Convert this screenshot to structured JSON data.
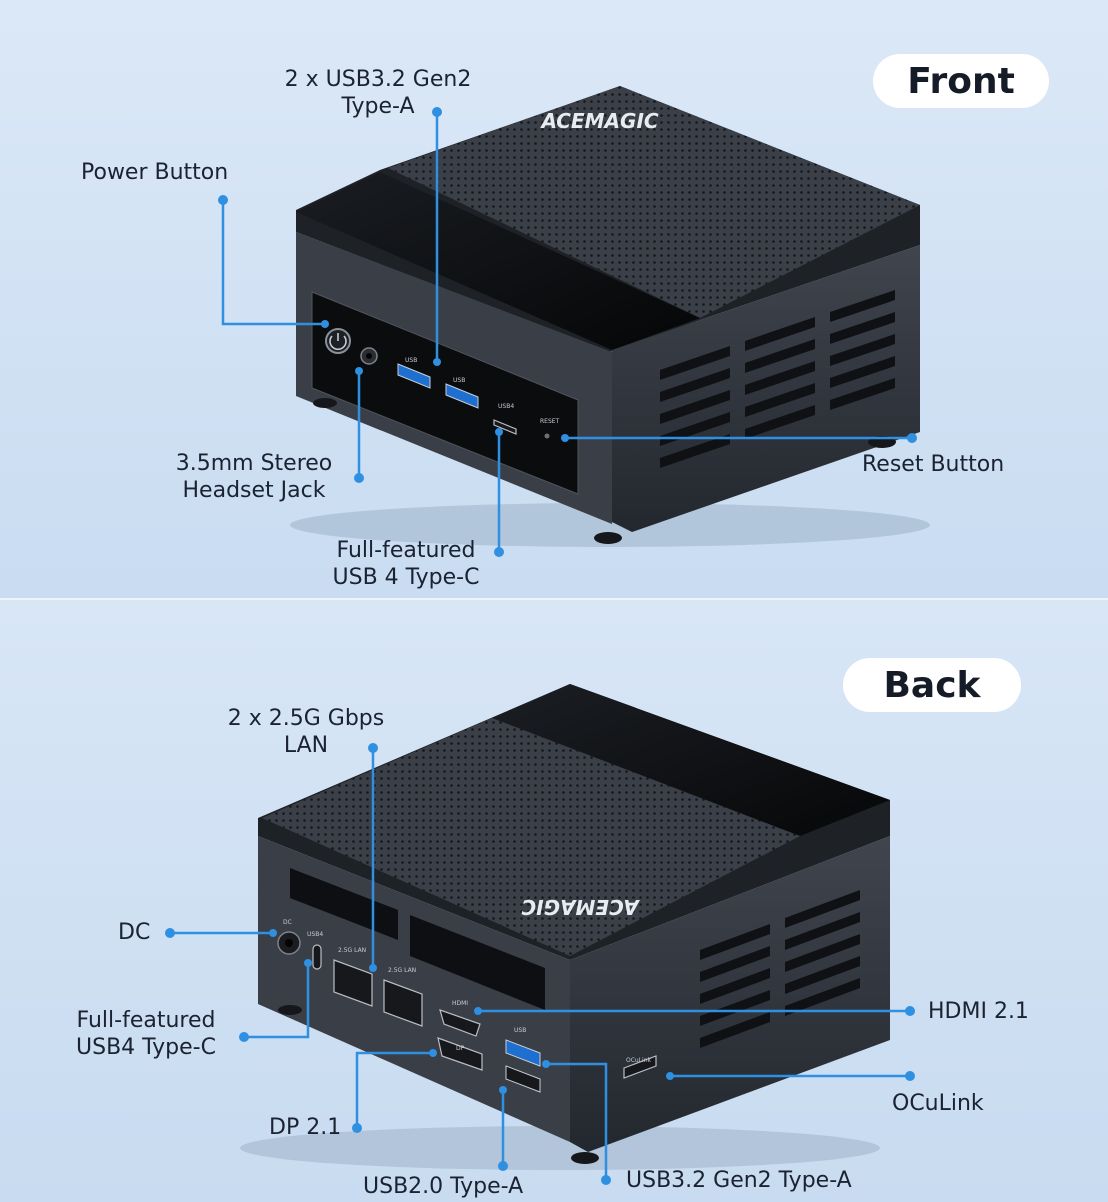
{
  "front": {
    "badge": "Front",
    "brand": "ACEMAGIC",
    "labels": {
      "usb32_line1": "2 x USB3.2 Gen2",
      "usb32_line2": "Type-A",
      "power": "Power Button",
      "jack_line1": "3.5mm Stereo",
      "jack_line2": "Headset Jack",
      "reset": "Reset Button",
      "usb4_line1": "Full-featured",
      "usb4_line2": "USB 4 Type-C"
    },
    "port_marks": {
      "usb_a": "USB",
      "usb_b": "USB",
      "usb4": "USB4",
      "reset": "RESET"
    }
  },
  "back": {
    "badge": "Back",
    "brand": "ACEMAGIC",
    "labels": {
      "lan_line1": "2 x 2.5G Gbps",
      "lan_line2": "LAN",
      "dc": "DC",
      "usb4_line1": "Full-featured",
      "usb4_line2": "USB4 Type-C",
      "hdmi": "HDMI 2.1",
      "oculink": "OCuLink",
      "dp": "DP 2.1",
      "usb20": "USB2.0 Type-A",
      "usb32": "USB3.2 Gen2 Type-A"
    },
    "port_marks": {
      "dc": "DC",
      "usb4": "USB4",
      "lan_a": "2.5G LAN",
      "lan_b": "2.5G LAN",
      "hdmi": "HDMI",
      "dp": "DP",
      "usb": "USB",
      "oculink": "OCuLink"
    }
  },
  "colors": {
    "accent": "#2f8fe0",
    "background": "#d2e2f4",
    "device": "#2b3038"
  }
}
